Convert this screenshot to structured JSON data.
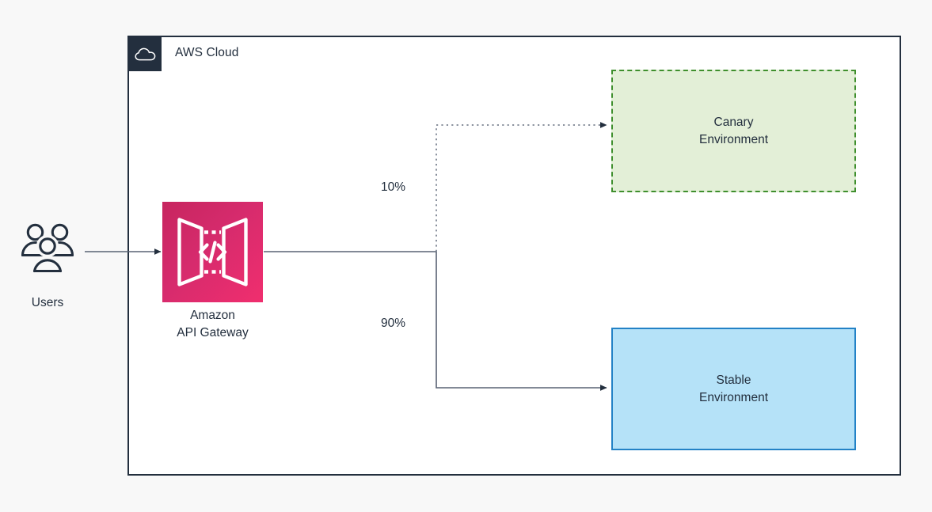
{
  "diagram": {
    "type": "aws-architecture",
    "title": "AWS Cloud canary deployment traffic split"
  },
  "cloud": {
    "label": "AWS Cloud",
    "icon": "aws-cloud-icon",
    "border_color": "#232f3e",
    "badge_color": "#232f3e",
    "background": "#ffffff"
  },
  "actors": {
    "users": {
      "label": "Users",
      "icon": "users-icon",
      "color": "#232f3e"
    }
  },
  "services": {
    "api_gateway": {
      "label_line1": "Amazon",
      "label_line2": "API Gateway",
      "icon": "api-gateway-icon",
      "color_start": "#c7255f",
      "color_end": "#f02e6e"
    }
  },
  "environments": [
    {
      "name": "canary",
      "label_line1": "Canary",
      "label_line2": "Environment",
      "fill": "#e3efd7",
      "border": "#3f8f2d",
      "border_style": "dashed",
      "traffic_share": "10%"
    },
    {
      "name": "stable",
      "label_line1": "Stable",
      "label_line2": "Environment",
      "fill": "#b5e2f8",
      "border": "#2382c6",
      "border_style": "solid",
      "traffic_share": "90%"
    }
  ],
  "connectors": [
    {
      "name": "users-to-api-gateway",
      "from": "Users",
      "to": "Amazon API Gateway",
      "style": "solid",
      "label": ""
    },
    {
      "name": "api-gateway-to-canary",
      "from": "Amazon API Gateway",
      "to": "Canary Environment",
      "style": "dotted",
      "label": "10%"
    },
    {
      "name": "api-gateway-to-stable",
      "from": "Amazon API Gateway",
      "to": "Stable Environment",
      "style": "solid",
      "label": "90%"
    }
  ],
  "labels": {
    "canary_percent": "10%",
    "stable_percent": "90%"
  },
  "colors": {
    "page_background": "#f8f8f8",
    "line": "#596273",
    "text": "#232f3e"
  }
}
